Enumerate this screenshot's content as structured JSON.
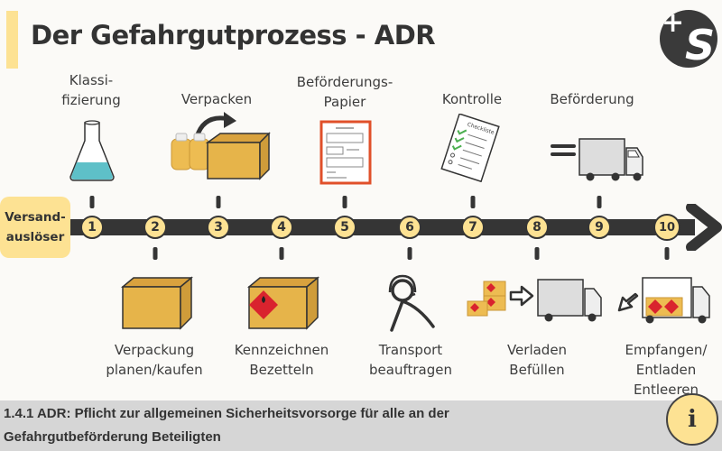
{
  "header": {
    "title": "Der Gefahrgutprozess - ADR",
    "logo": {
      "plus": "+",
      "letter": "S"
    }
  },
  "colors": {
    "accent": "#fde293",
    "dark": "#353535",
    "box": "#e6b44a",
    "hazard": "#d9232e",
    "liquid": "#5ec0c8",
    "footer_bg": "#d6d6d6"
  },
  "timeline": {
    "start_label_line1": "Versand-",
    "start_label_line2": "auslöser",
    "steps": [
      {
        "number": "1",
        "label_line1": "Klassi-",
        "label_line2": "fizierung",
        "position": "top",
        "icon": "flask-icon"
      },
      {
        "number": "2",
        "label_line1": "Verpackung",
        "label_line2": "planen/kaufen",
        "position": "bottom",
        "icon": "box-icon"
      },
      {
        "number": "3",
        "label_line1": "Verpacken",
        "label_line2": "",
        "position": "top",
        "icon": "packing-icon"
      },
      {
        "number": "4",
        "label_line1": "Kennzeichnen",
        "label_line2": "Bezetteln",
        "position": "bottom",
        "icon": "hazard-box-icon"
      },
      {
        "number": "5",
        "label_line1": "Beförderungs-",
        "label_line2": "Papier",
        "position": "top",
        "icon": "document-icon"
      },
      {
        "number": "6",
        "label_line1": "Transport",
        "label_line2": "beauftragen",
        "position": "bottom",
        "icon": "headset-person-icon"
      },
      {
        "number": "7",
        "label_line1": "Kontrolle",
        "label_line2": "",
        "position": "top",
        "icon": "checklist-icon"
      },
      {
        "number": "8",
        "label_line1": "Verladen",
        "label_line2": "Befüllen",
        "position": "bottom",
        "icon": "loading-truck-icon"
      },
      {
        "number": "9",
        "label_line1": "Beförderung",
        "label_line2": "",
        "position": "top",
        "icon": "moving-truck-icon"
      },
      {
        "number": "10",
        "label_line1": "Empfangen/",
        "label_line2": "Entladen",
        "label_line3": "Entleeren",
        "position": "bottom",
        "icon": "unloading-truck-icon"
      }
    ],
    "checklist_title": "Checkliste"
  },
  "footer": {
    "text_line1": "1.4.1 ADR: Pflicht zur allgemeinen Sicherheitsvorsorge für alle an der",
    "text_line2": "Gefahrgutbeförderung Beteiligten",
    "info_label": "i"
  }
}
